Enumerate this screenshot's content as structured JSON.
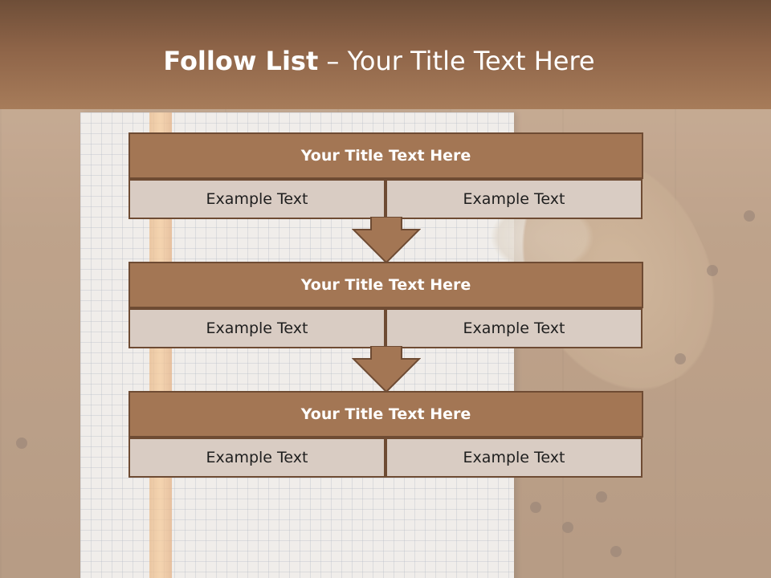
{
  "header": {
    "title_bold": "Follow List",
    "title_rest": " – Your Title Text Here"
  },
  "blocks": [
    {
      "title": "Your Title Text Here",
      "left": "Example Text",
      "right": "Example Text"
    },
    {
      "title": "Your Title Text Here",
      "left": "Example Text",
      "right": "Example Text"
    },
    {
      "title": "Your Title Text Here",
      "left": "Example Text",
      "right": "Example Text"
    }
  ],
  "colors": {
    "header": "#8e6448",
    "block_title": "#a37654",
    "block_border": "#6e4b33",
    "cell": "#d9ccc3",
    "arrow": "#a37654"
  },
  "icons": [
    "down-arrow-icon",
    "down-arrow-icon"
  ]
}
